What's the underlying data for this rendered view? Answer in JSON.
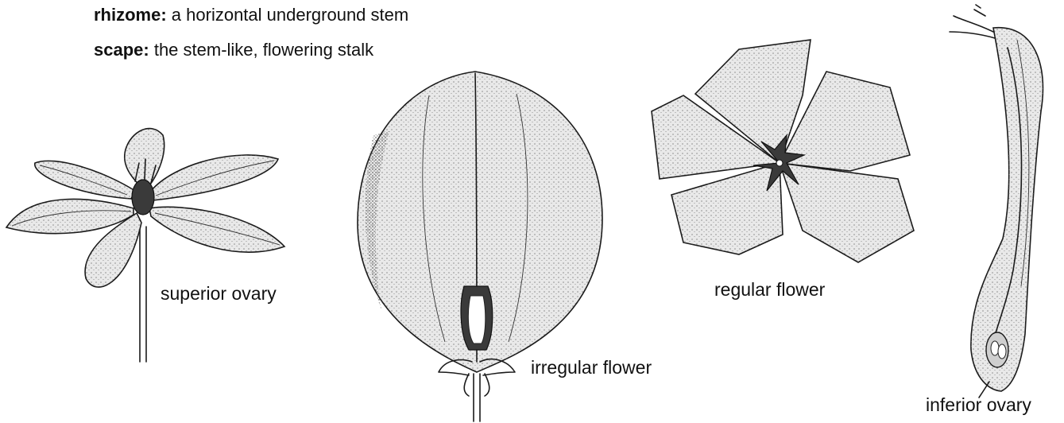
{
  "definitions": [
    {
      "term": "rhizome:",
      "text": " a horizontal underground stem"
    },
    {
      "term": "scape:",
      "text": " the stem-like, flowering stalk"
    }
  ],
  "labels": {
    "superior": "superior ovary",
    "irregular": "irregular flower",
    "regular": "regular flower",
    "inferior": "inferior ovary"
  },
  "colors": {
    "ink": "#1a1a1a",
    "background": "#ffffff"
  }
}
